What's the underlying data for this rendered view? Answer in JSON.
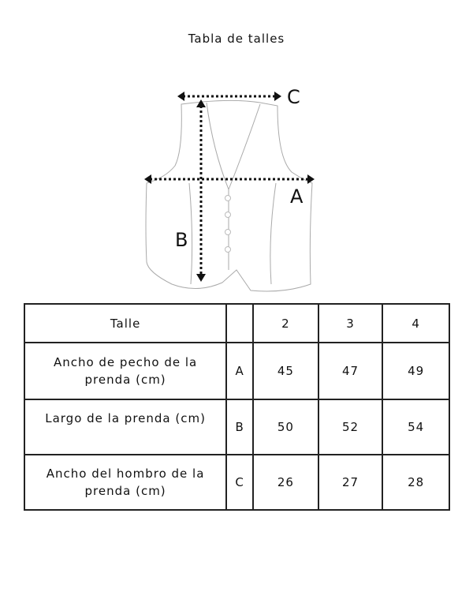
{
  "title": "Tabla de talles",
  "diagram": {
    "label_a": "A",
    "label_b": "B",
    "label_c": "C"
  },
  "table": {
    "header": {
      "label": "Talle",
      "code": "",
      "sizes": [
        "2",
        "3",
        "4"
      ]
    },
    "rows": [
      {
        "label": "Ancho de pecho de la prenda (cm)",
        "code": "A",
        "values": [
          "45",
          "47",
          "49"
        ]
      },
      {
        "label": "Largo de la prenda (cm)",
        "code": "B",
        "values": [
          "50",
          "52",
          "54"
        ]
      },
      {
        "label": "Ancho del hombro de la prenda (cm)",
        "code": "C",
        "values": [
          "26",
          "27",
          "28"
        ]
      }
    ]
  }
}
